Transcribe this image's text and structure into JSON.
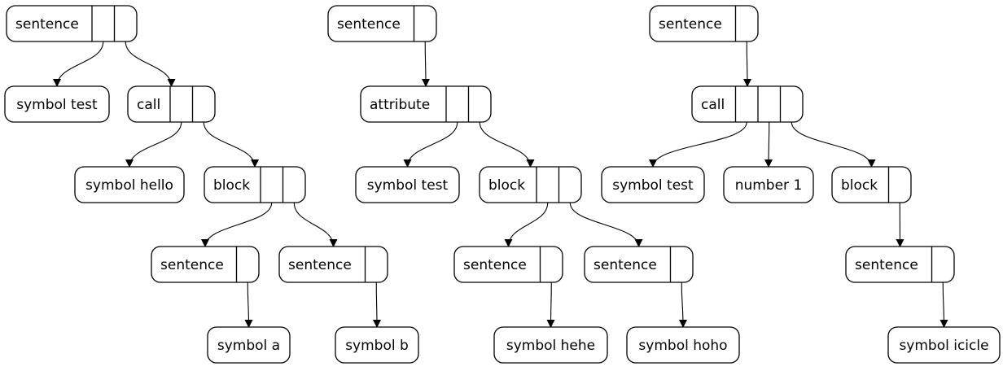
{
  "diagram": {
    "trees": [
      {
        "root": "t1_sentence",
        "nodes": [
          {
            "id": "t1_sentence",
            "label": "sentence",
            "ports": 2
          },
          {
            "id": "t1_symbol_test",
            "label": "symbol test",
            "ports": 0
          },
          {
            "id": "t1_call",
            "label": "call",
            "ports": 2
          },
          {
            "id": "t1_symbol_hello",
            "label": "symbol hello",
            "ports": 0
          },
          {
            "id": "t1_block",
            "label": "block",
            "ports": 2
          },
          {
            "id": "t1_sentence_a",
            "label": "sentence",
            "ports": 1
          },
          {
            "id": "t1_sentence_b",
            "label": "sentence",
            "ports": 1
          },
          {
            "id": "t1_symbol_a",
            "label": "symbol a",
            "ports": 0
          },
          {
            "id": "t1_symbol_b",
            "label": "symbol b",
            "ports": 0
          }
        ],
        "edges": [
          [
            "t1_sentence",
            "t1_symbol_test"
          ],
          [
            "t1_sentence",
            "t1_call"
          ],
          [
            "t1_call",
            "t1_symbol_hello"
          ],
          [
            "t1_call",
            "t1_block"
          ],
          [
            "t1_block",
            "t1_sentence_a"
          ],
          [
            "t1_block",
            "t1_sentence_b"
          ],
          [
            "t1_sentence_a",
            "t1_symbol_a"
          ],
          [
            "t1_sentence_b",
            "t1_symbol_b"
          ]
        ]
      },
      {
        "root": "t2_sentence",
        "nodes": [
          {
            "id": "t2_sentence",
            "label": "sentence",
            "ports": 1
          },
          {
            "id": "t2_attribute",
            "label": "attribute",
            "ports": 2
          },
          {
            "id": "t2_symbol_test",
            "label": "symbol test",
            "ports": 0
          },
          {
            "id": "t2_block",
            "label": "block",
            "ports": 2
          },
          {
            "id": "t2_sentence_hehe",
            "label": "sentence",
            "ports": 1
          },
          {
            "id": "t2_sentence_hoho",
            "label": "sentence",
            "ports": 1
          },
          {
            "id": "t2_symbol_hehe",
            "label": "symbol hehe",
            "ports": 0
          },
          {
            "id": "t2_symbol_hoho",
            "label": "symbol hoho",
            "ports": 0
          }
        ],
        "edges": [
          [
            "t2_sentence",
            "t2_attribute"
          ],
          [
            "t2_attribute",
            "t2_symbol_test"
          ],
          [
            "t2_attribute",
            "t2_block"
          ],
          [
            "t2_block",
            "t2_sentence_hehe"
          ],
          [
            "t2_block",
            "t2_sentence_hoho"
          ],
          [
            "t2_sentence_hehe",
            "t2_symbol_hehe"
          ],
          [
            "t2_sentence_hoho",
            "t2_symbol_hoho"
          ]
        ]
      },
      {
        "root": "t3_sentence",
        "nodes": [
          {
            "id": "t3_sentence",
            "label": "sentence",
            "ports": 1
          },
          {
            "id": "t3_call",
            "label": "call",
            "ports": 3
          },
          {
            "id": "t3_symbol_test",
            "label": "symbol test",
            "ports": 0
          },
          {
            "id": "t3_number_1",
            "label": "number 1",
            "ports": 0
          },
          {
            "id": "t3_block",
            "label": "block",
            "ports": 1
          },
          {
            "id": "t3_sentence_icicle",
            "label": "sentence",
            "ports": 1
          },
          {
            "id": "t3_symbol_icicle",
            "label": "symbol icicle",
            "ports": 0
          }
        ],
        "edges": [
          [
            "t3_sentence",
            "t3_call"
          ],
          [
            "t3_call",
            "t3_symbol_test"
          ],
          [
            "t3_call",
            "t3_number_1"
          ],
          [
            "t3_call",
            "t3_block"
          ],
          [
            "t3_block",
            "t3_sentence_icicle"
          ],
          [
            "t3_sentence_icicle",
            "t3_symbol_icicle"
          ]
        ]
      }
    ]
  }
}
